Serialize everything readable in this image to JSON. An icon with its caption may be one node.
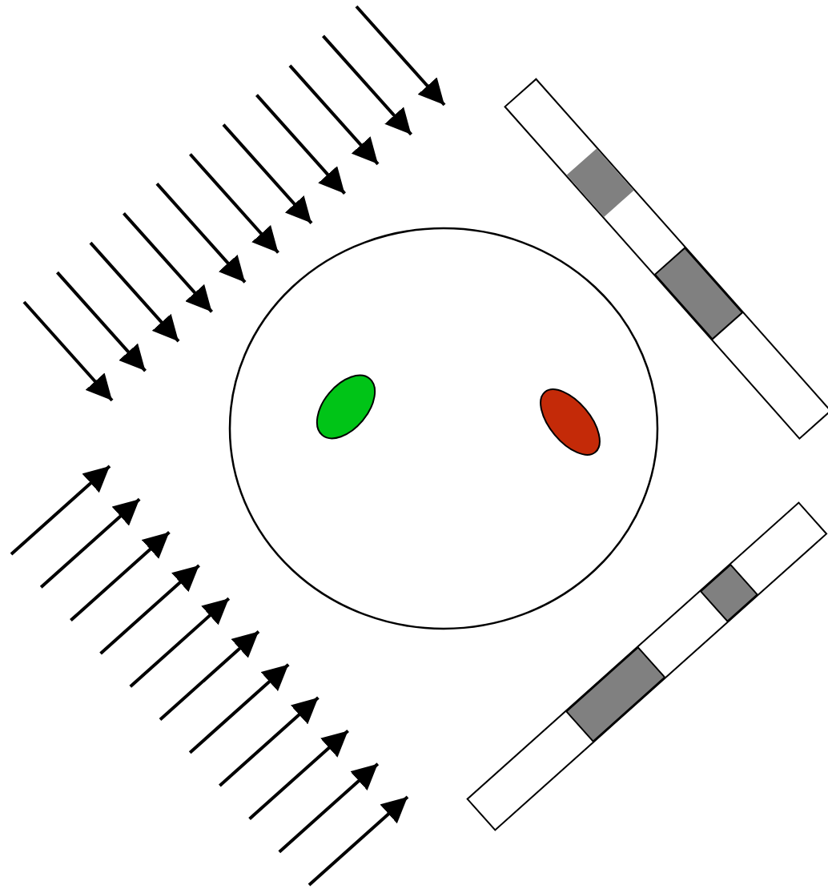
{
  "diagram": {
    "nodes": [
      {
        "text": [],
        "shape": "circle"
      },
      {
        "text": [],
        "shape": "ellipse",
        "in": 0
      },
      {
        "text": [],
        "shape": "ellipse",
        "in": 0
      },
      {
        "text": [],
        "shape": "bar"
      },
      {
        "text": [],
        "shape": "bar"
      }
    ]
  }
}
